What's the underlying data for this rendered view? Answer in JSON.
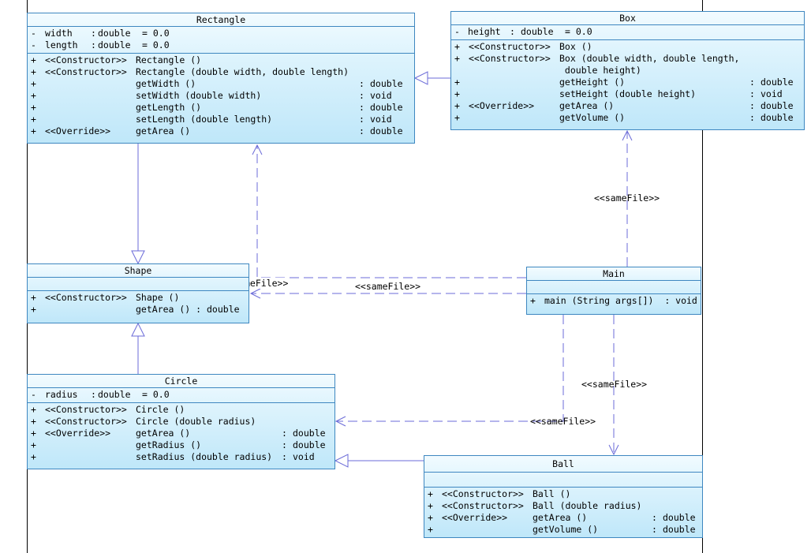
{
  "classes": {
    "rectangle": {
      "name": "Rectangle",
      "attributes": [
        {
          "vis": "-",
          "name": "width",
          "colon": ":",
          "type": "double",
          "init": "= 0.0"
        },
        {
          "vis": "-",
          "name": "length",
          "colon": ":",
          "type": "double",
          "init": "= 0.0"
        }
      ],
      "operations": [
        {
          "vis": "+",
          "stereo": "<<Constructor>>",
          "sig": "Rectangle ()",
          "colon": "",
          "ret": ""
        },
        {
          "vis": "+",
          "stereo": "<<Constructor>>",
          "sig": "Rectangle (double width, double length)",
          "colon": "",
          "ret": ""
        },
        {
          "vis": "+",
          "stereo": "",
          "sig": "getWidth ()",
          "colon": ":",
          "ret": "double"
        },
        {
          "vis": "+",
          "stereo": "",
          "sig": "setWidth (double width)",
          "colon": ":",
          "ret": "void"
        },
        {
          "vis": "+",
          "stereo": "",
          "sig": "getLength ()",
          "colon": ":",
          "ret": "double"
        },
        {
          "vis": "+",
          "stereo": "",
          "sig": "setLength (double length)",
          "colon": ":",
          "ret": "void"
        },
        {
          "vis": "+",
          "stereo": "<<Override>>",
          "sig": "getArea ()",
          "colon": ":",
          "ret": "double"
        }
      ]
    },
    "box": {
      "name": "Box",
      "attributes": [
        {
          "vis": "-",
          "name": "height",
          "colon": ":",
          "type": "double",
          "init": "= 0.0"
        }
      ],
      "operations": [
        {
          "vis": "+",
          "stereo": "<<Constructor>>",
          "sig": "Box ()",
          "colon": "",
          "ret": ""
        },
        {
          "vis": "+",
          "stereo": "<<Constructor>>",
          "sig": "Box (double width, double length,",
          "colon": "",
          "ret": ""
        },
        {
          "vis": "",
          "stereo": "",
          "sig": " double height)",
          "colon": "",
          "ret": ""
        },
        {
          "vis": "+",
          "stereo": "",
          "sig": "getHeight ()",
          "colon": ":",
          "ret": "double"
        },
        {
          "vis": "+",
          "stereo": "",
          "sig": "setHeight (double height)",
          "colon": ":",
          "ret": "void"
        },
        {
          "vis": "+",
          "stereo": "<<Override>>",
          "sig": "getArea ()",
          "colon": ":",
          "ret": "double"
        },
        {
          "vis": "+",
          "stereo": "",
          "sig": "getVolume ()",
          "colon": ":",
          "ret": "double"
        }
      ]
    },
    "shape": {
      "name": "Shape",
      "operations": [
        {
          "vis": "+",
          "stereo": "<<Constructor>>",
          "sig": "Shape ()",
          "colon": "",
          "ret": ""
        },
        {
          "vis": "+",
          "stereo": "",
          "sig": "getArea () : double",
          "colon": "",
          "ret": ""
        }
      ]
    },
    "main": {
      "name": "Main",
      "operations": [
        {
          "vis": "+",
          "stereo": "",
          "sig": "main (String args[])  : void",
          "colon": "",
          "ret": ""
        }
      ]
    },
    "circle": {
      "name": "Circle",
      "attributes": [
        {
          "vis": "-",
          "name": "radius",
          "colon": ":",
          "type": "double",
          "init": "= 0.0"
        }
      ],
      "operations": [
        {
          "vis": "+",
          "stereo": "<<Constructor>>",
          "sig": "Circle ()",
          "colon": "",
          "ret": ""
        },
        {
          "vis": "+",
          "stereo": "<<Constructor>>",
          "sig": "Circle (double radius)",
          "colon": "",
          "ret": ""
        },
        {
          "vis": "+",
          "stereo": "<<Override>>",
          "sig": "getArea ()",
          "colon": ":",
          "ret": "double"
        },
        {
          "vis": "+",
          "stereo": "",
          "sig": "getRadius ()",
          "colon": ":",
          "ret": "double"
        },
        {
          "vis": "+",
          "stereo": "",
          "sig": "setRadius (double radius)",
          "colon": ":",
          "ret": "void"
        }
      ]
    },
    "ball": {
      "name": "Ball",
      "operations": [
        {
          "vis": "+",
          "stereo": "<<Constructor>>",
          "sig": "Ball ()",
          "colon": "",
          "ret": ""
        },
        {
          "vis": "+",
          "stereo": "<<Constructor>>",
          "sig": "Ball (double radius)",
          "colon": "",
          "ret": ""
        },
        {
          "vis": "+",
          "stereo": "<<Override>>",
          "sig": "getArea ()",
          "colon": ":",
          "ret": "double"
        },
        {
          "vis": "+",
          "stereo": "",
          "sig": "getVolume ()",
          "colon": ":",
          "ret": "double"
        }
      ]
    }
  },
  "connector_labels": {
    "main_box": "<<sameFile>>",
    "main_shape": "<<sameFile>>",
    "main_rectangle_partial": "meFile>>",
    "main_ball": "<<sameFile>>",
    "main_circle": "<<sameFile>>"
  },
  "colors": {
    "connector": "#6b6bd8",
    "class_border": "#3e87c0"
  }
}
